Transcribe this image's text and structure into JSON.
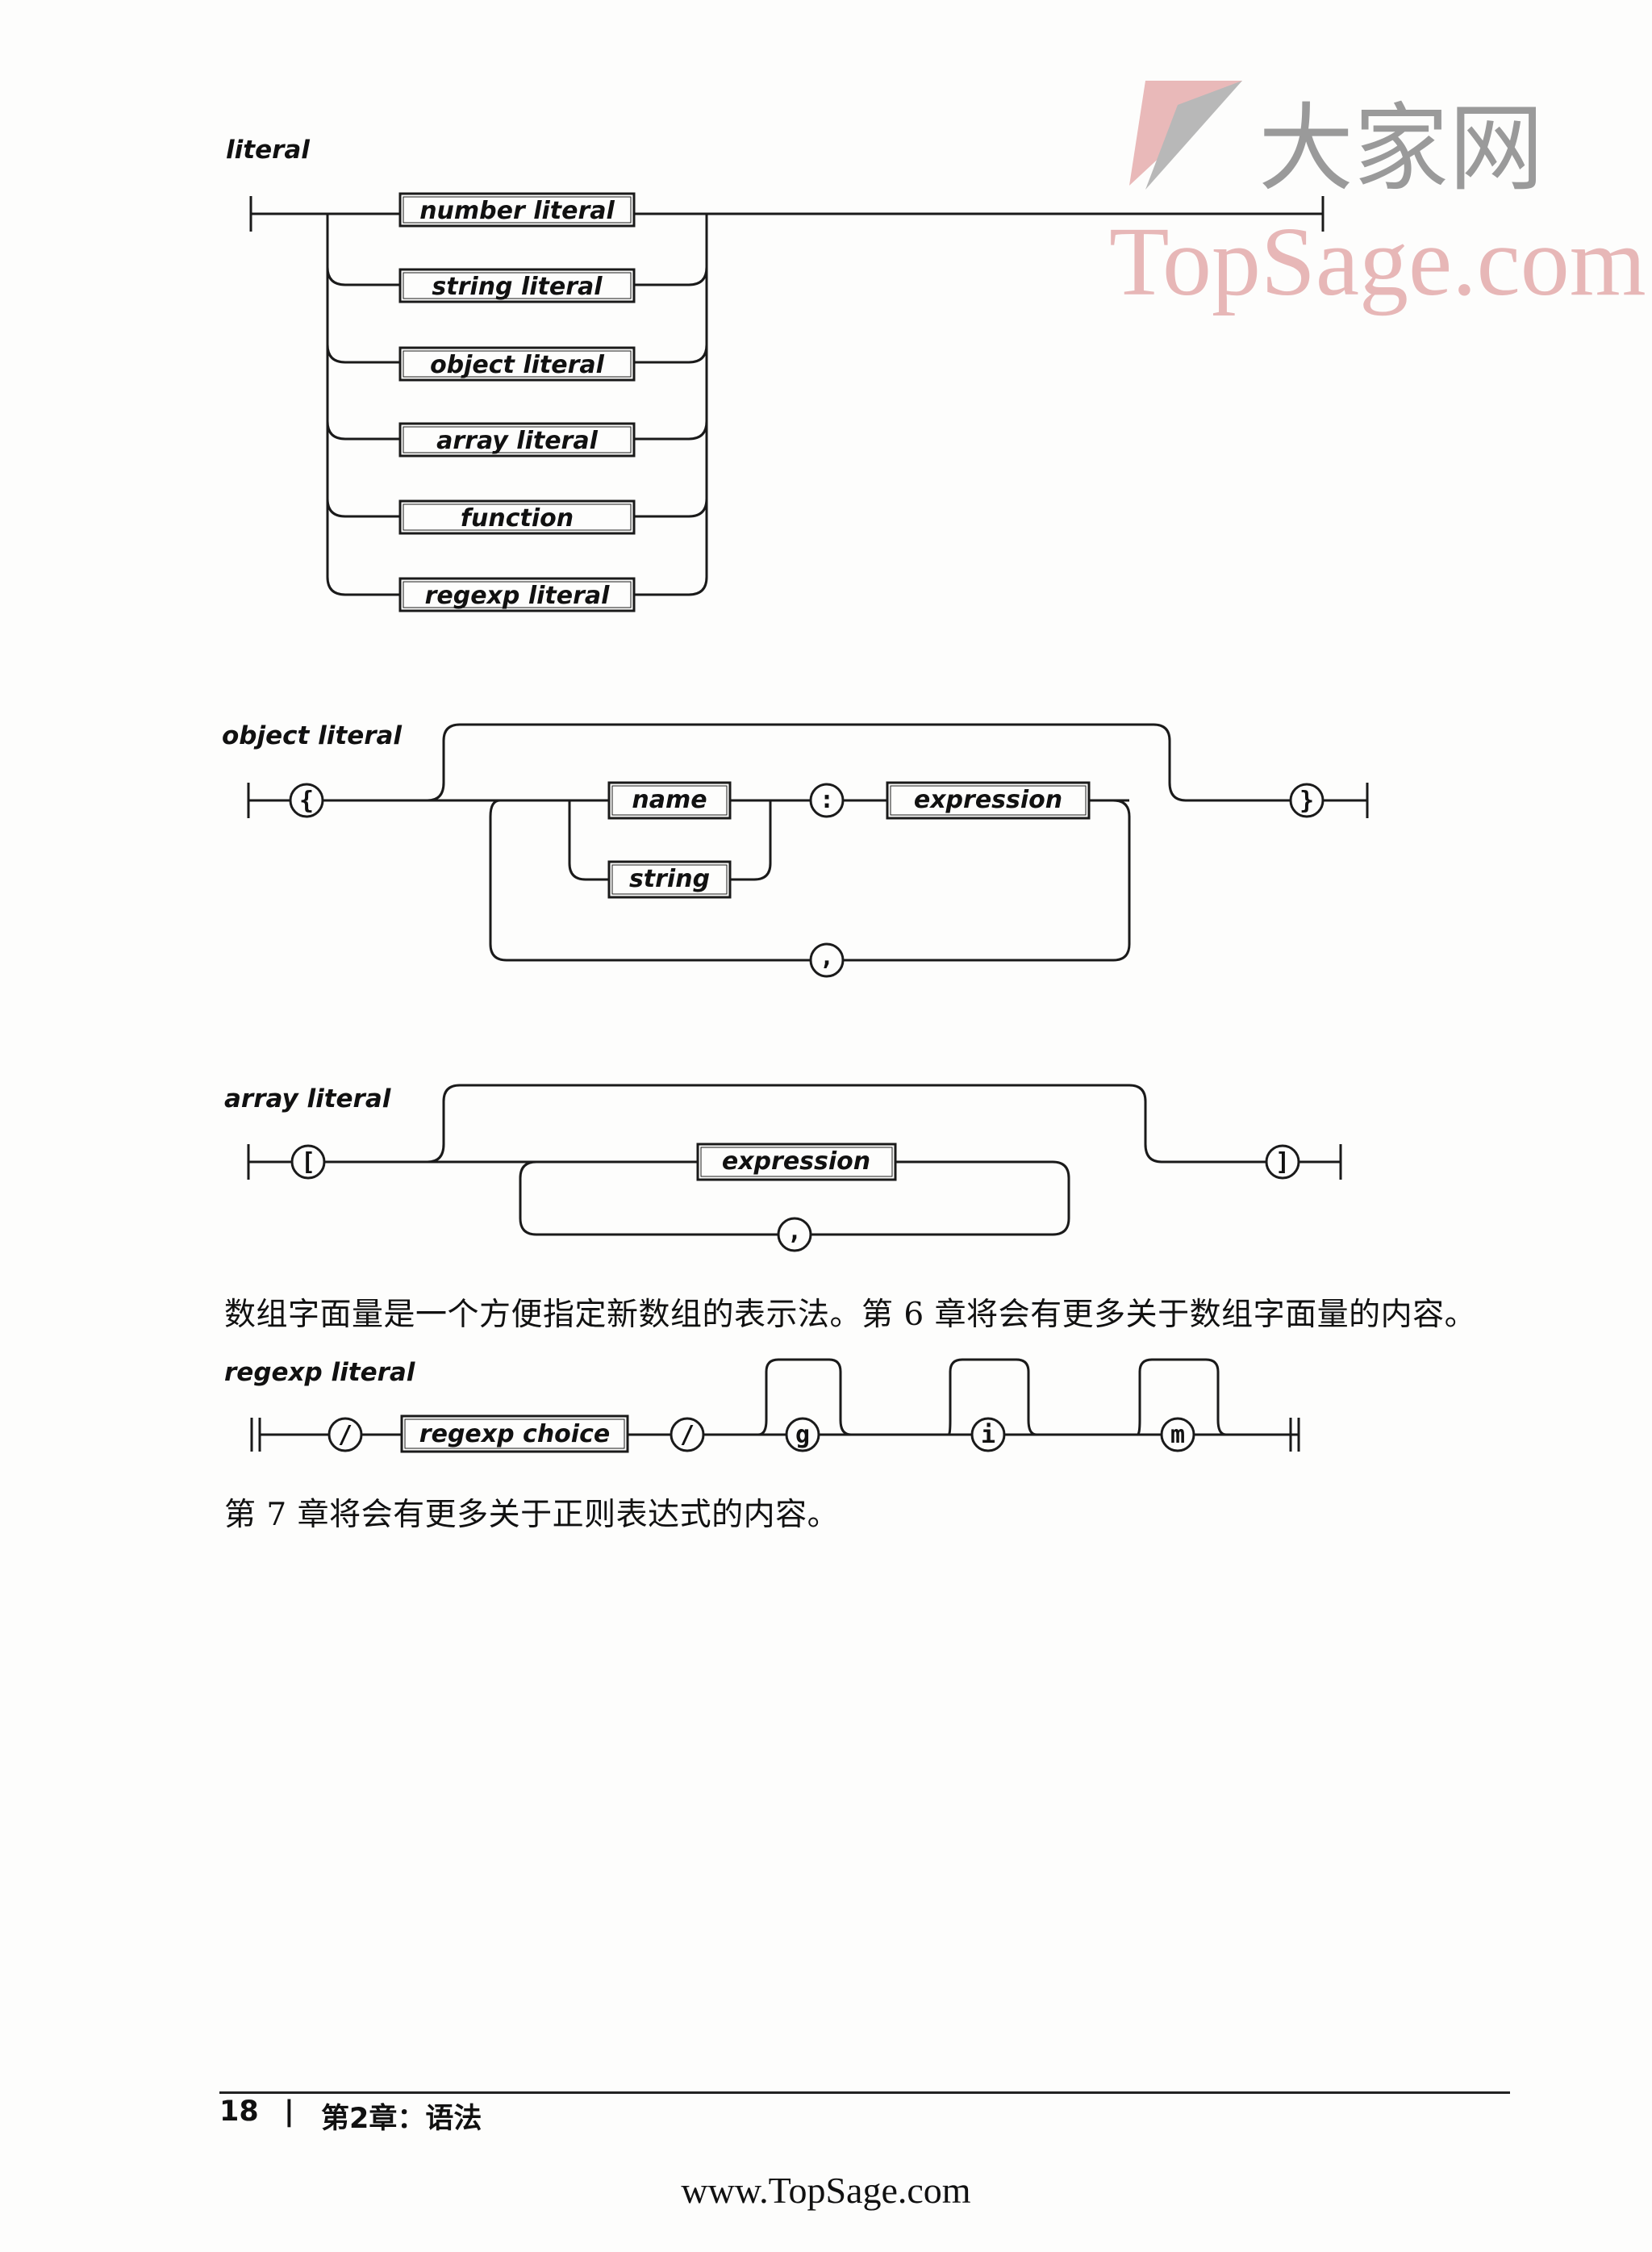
{
  "watermark": {
    "chinese": "大家网",
    "english": "TopSage.com"
  },
  "diagrams": {
    "literal": {
      "title": "literal",
      "boxes": [
        "number literal",
        "string literal",
        "object literal",
        "array literal",
        "function",
        "regexp literal"
      ]
    },
    "object_literal": {
      "title": "object literal",
      "open": "{",
      "close": "}",
      "name": "name",
      "string": "string",
      "colon": ":",
      "expression": "expression",
      "comma": ","
    },
    "array_literal": {
      "title": "array literal",
      "open": "[",
      "close": "]",
      "expression": "expression",
      "comma": ","
    },
    "regexp_literal": {
      "title": "regexp literal",
      "slash_open": "/",
      "choice": "regexp choice",
      "slash_close": "/",
      "flags": [
        "g",
        "i",
        "m"
      ]
    }
  },
  "paragraphs": {
    "array_note": "数组字面量是一个方便指定新数组的表示法。第 6 章将会有更多关于数组字面量的内容。",
    "regexp_note": "第 7 章将会有更多关于正则表达式的内容。"
  },
  "footer": {
    "page_number": "18",
    "separator": "|",
    "chapter": "第2章：语法",
    "site": "www.TopSage.com"
  }
}
